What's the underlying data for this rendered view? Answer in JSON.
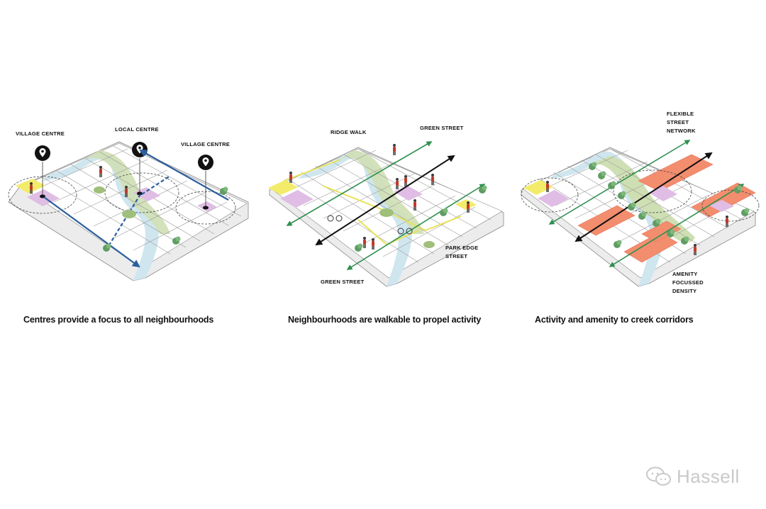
{
  "panels": [
    {
      "caption": "Centres provide a focus to all neighbourhoods",
      "labels": {
        "village_left": "VILLAGE CENTRE",
        "local": "LOCAL CENTRE",
        "village_right": "VILLAGE CENTRE"
      }
    },
    {
      "caption": "Neighbourhoods are walkable to propel activity",
      "labels": {
        "ridge_walk": "RIDGE WALK",
        "green_street_top": "GREEN STREET",
        "park_edge_1": "PARK EDGE",
        "park_edge_2": "STREET",
        "green_street_bottom": "GREEN STREET"
      }
    },
    {
      "caption": "Activity and amenity to creek corridors",
      "labels": {
        "flexible_1": "FLEXIBLE",
        "flexible_2": "STREET",
        "flexible_3": "NETWORK",
        "amenity_1": "AMENITY",
        "amenity_2": "FOCUSSED",
        "amenity_3": "DENSITY"
      }
    }
  ],
  "watermark": {
    "logo": "Hassell"
  },
  "colors": {
    "creek": "#cfe6ef",
    "green_space": "#cfdfb4",
    "yellow_centre": "#f3ec6a",
    "pink_centre": "#e0bde4",
    "orange_density": "#f28d6e",
    "street_green": "#2e8f4f",
    "movement_blue": "#2c5f9e",
    "activity_black": "#111111",
    "grid_line": "#8a8a8a"
  }
}
